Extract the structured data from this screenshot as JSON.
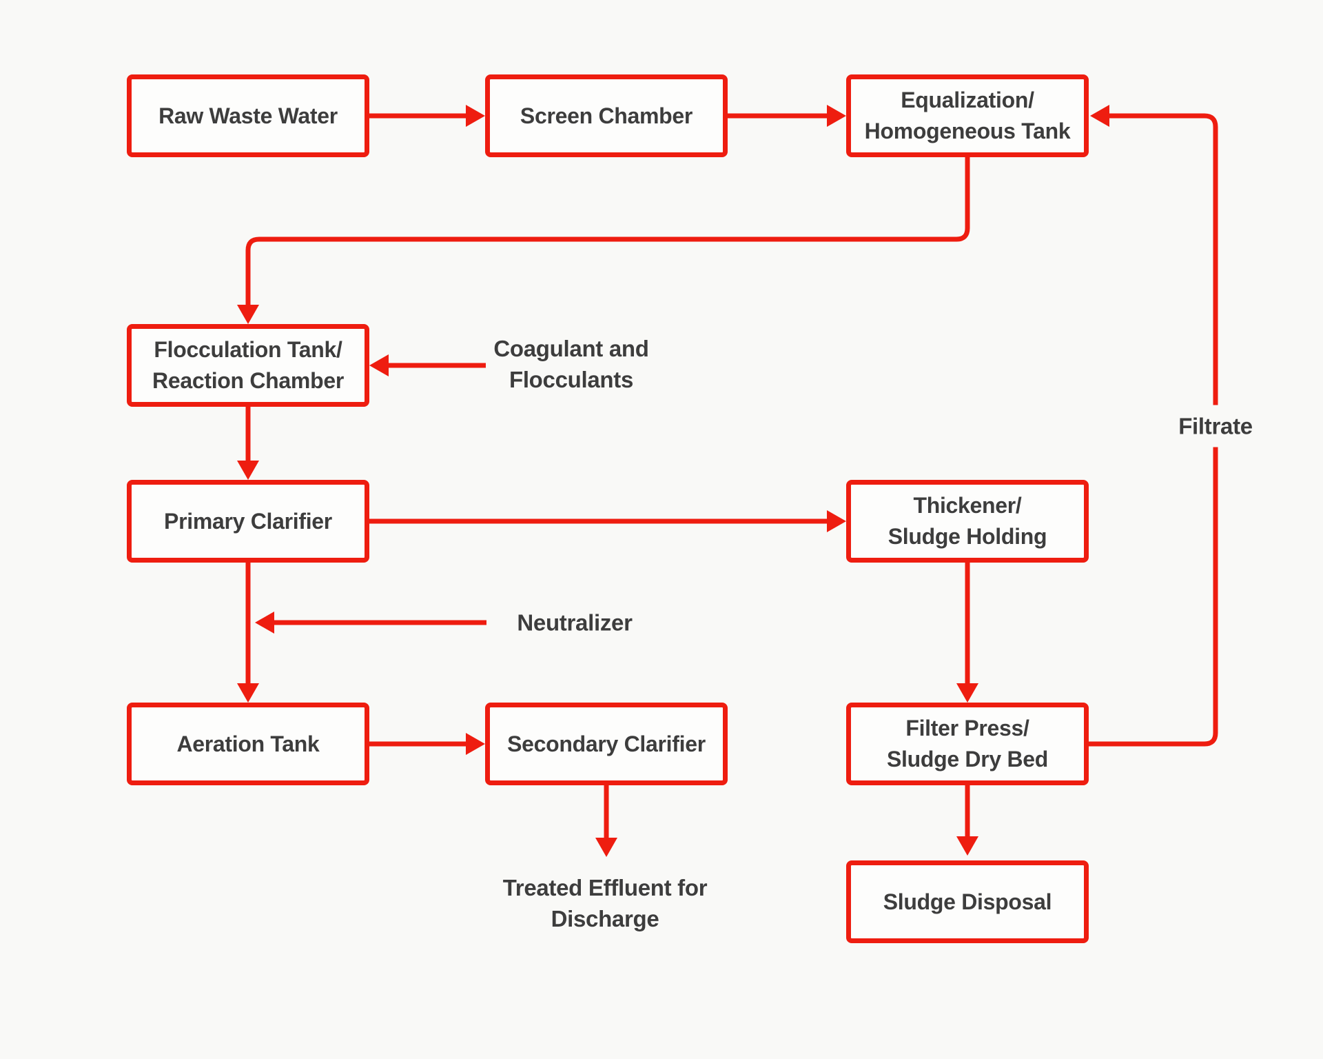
{
  "theme": {
    "background": "#f9f9f7",
    "accent_red": "#ee1d10",
    "text_color": "#3d3d3d",
    "node_fill": "#fdfdfc"
  },
  "nodes": {
    "raw_waste_water": {
      "label": "Raw Waste Water"
    },
    "screen_chamber": {
      "label": "Screen Chamber"
    },
    "equalization": {
      "label": "Equalization/\nHomogeneous Tank"
    },
    "flocculation": {
      "label": "Flocculation Tank/\nReaction Chamber"
    },
    "primary_clarifier": {
      "label": "Primary Clarifier"
    },
    "thickener": {
      "label": "Thickener/\nSludge Holding"
    },
    "aeration_tank": {
      "label": "Aeration Tank"
    },
    "secondary_clarifier": {
      "label": "Secondary Clarifier"
    },
    "filter_press": {
      "label": "Filter Press/\nSludge Dry Bed"
    },
    "sludge_disposal": {
      "label": "Sludge Disposal"
    }
  },
  "floating_labels": {
    "coagulant": "Coagulant and\nFlocculants",
    "neutralizer": "Neutralizer",
    "treated_effluent": "Treated Effluent for\nDischarge",
    "filtrate": "Filtrate"
  }
}
